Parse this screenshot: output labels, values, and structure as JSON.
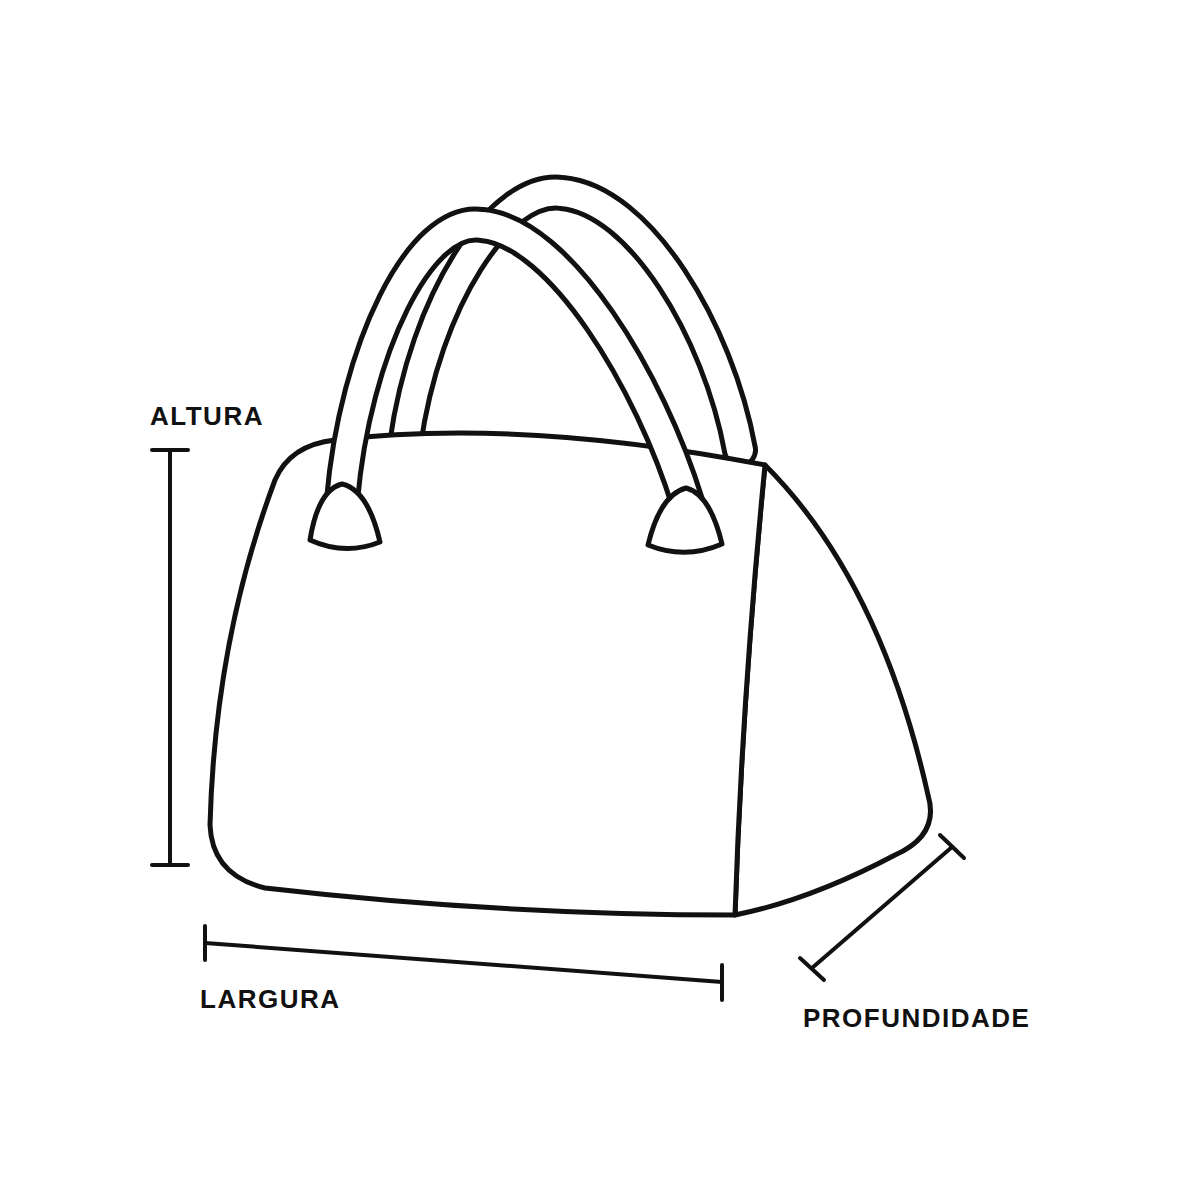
{
  "diagram": {
    "labels": [
      "ALTURA",
      "LARGURA",
      "PROFUNDIDADE"
    ]
  }
}
